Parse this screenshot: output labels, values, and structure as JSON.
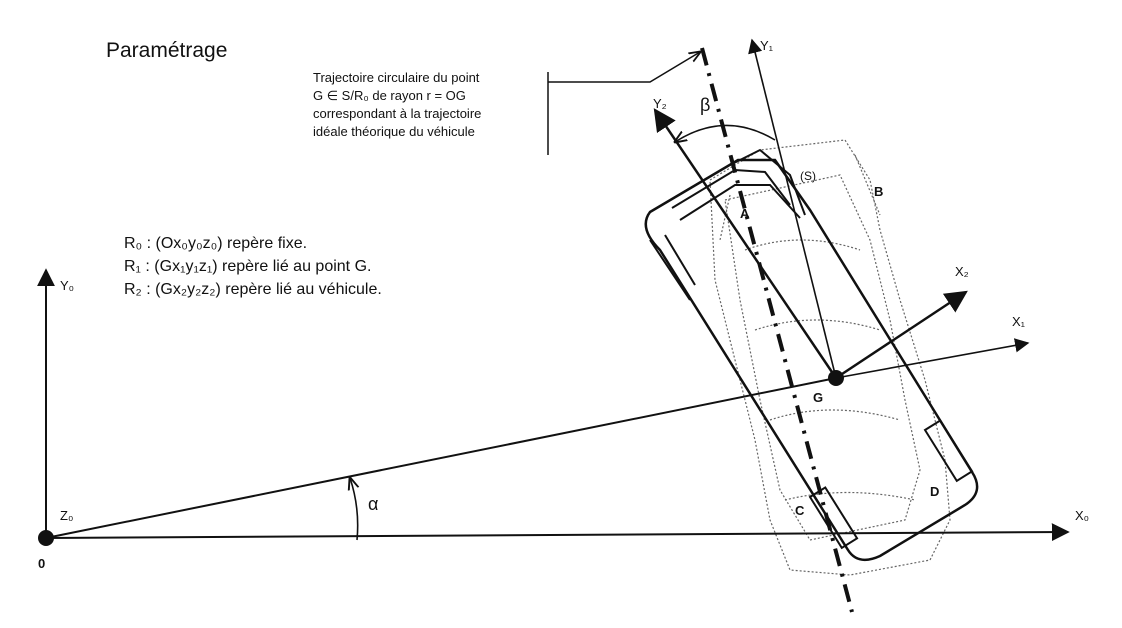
{
  "title": "Paramétrage",
  "annotation": {
    "lines": [
      "Trajectoire circulaire du point",
      "G ∈ S/R₀ de rayon r = OG",
      "correspondant à la trajectoire",
      "idéale théorique du véhicule"
    ]
  },
  "frames": [
    "R₀ : (Ox₀y₀z₀) repère fixe.",
    "R₁ : (Gx₁y₁z₁) repère lié au point G.",
    "R₂ : (Gx₂y₂z₂) repère lié au véhicule."
  ],
  "labels": {
    "origin": "0",
    "z0": "Z₀",
    "y0": "Y₀",
    "x0": "X₀",
    "x1": "X₁",
    "y1": "Y₁",
    "x2": "X₂",
    "y2": "Y₂",
    "g": "G",
    "alpha": "α",
    "beta": "β",
    "solid": "(S)",
    "a": "A",
    "b": "B",
    "c": "C",
    "d": "D"
  }
}
